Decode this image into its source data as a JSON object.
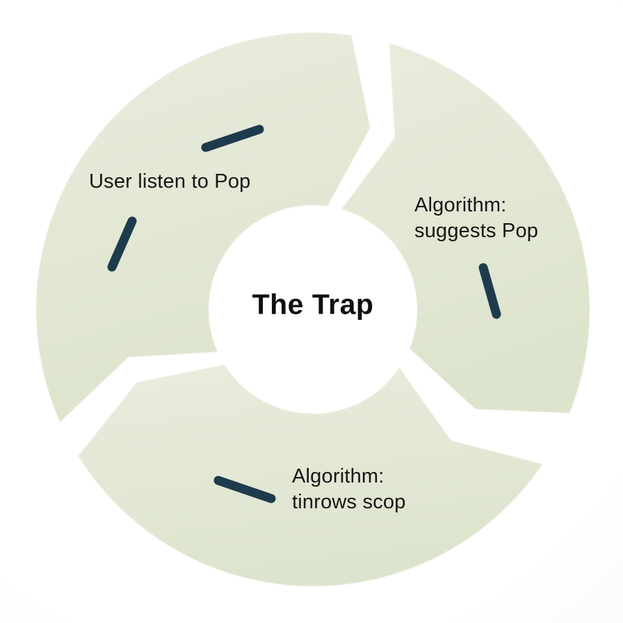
{
  "diagram": {
    "center_label": "The Trap",
    "segments": [
      {
        "id": "upper-left",
        "label": "User listen to Pop"
      },
      {
        "id": "right",
        "label": "Algorithm:\nsuggests Pop"
      },
      {
        "id": "bottom",
        "label": "Algorithm:\ntinrows scop"
      }
    ]
  },
  "colors": {
    "segment_fill_light": "#e9eddd",
    "segment_fill_dark": "#dde4cd",
    "dash": "#1e3b4d",
    "text": "#161616",
    "background": "#ffffff"
  }
}
